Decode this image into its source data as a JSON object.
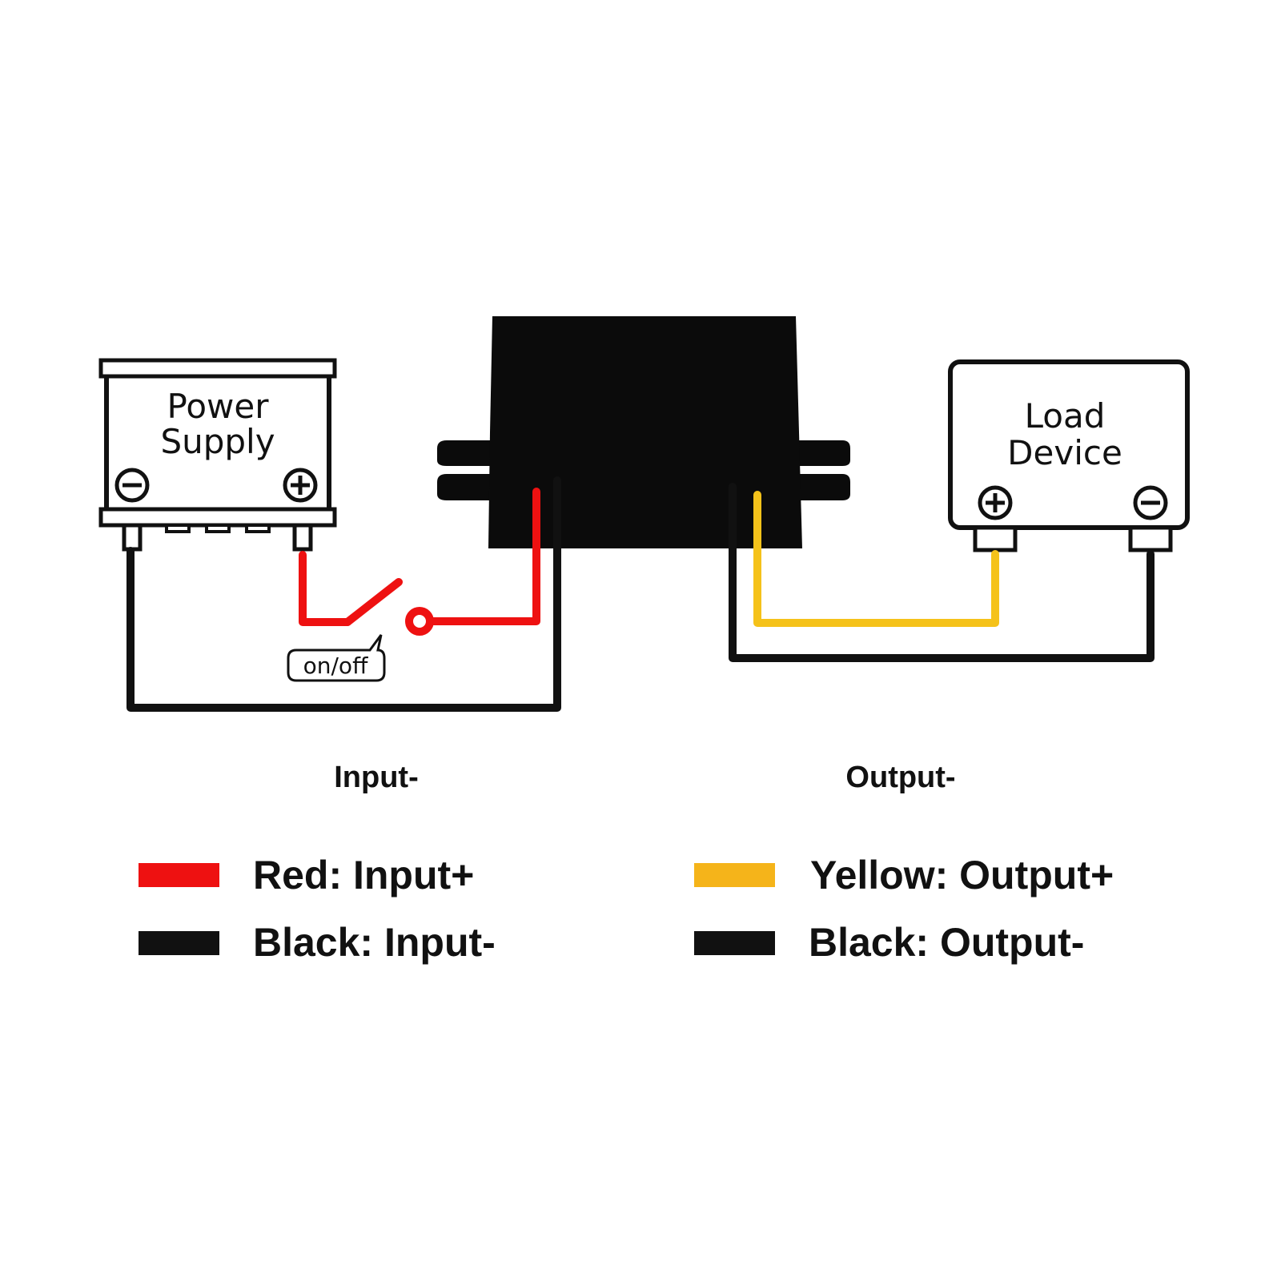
{
  "diagram": {
    "power_supply": {
      "label_line1": "Power",
      "label_line2": "Supply"
    },
    "load_device": {
      "label_line1": "Load",
      "label_line2": "Device"
    },
    "switch_label": "on/off",
    "section_labels": {
      "input": "Input-",
      "output": "Output-"
    },
    "legend": {
      "input": [
        {
          "label": "Red: Input+",
          "color": "#ee1111"
        },
        {
          "label": "Black: Input-",
          "color": "#111111"
        }
      ],
      "output": [
        {
          "label": "Yellow: Output+",
          "color": "#f5b41a"
        },
        {
          "label": "Black: Output-",
          "color": "#111111"
        }
      ]
    },
    "wire_colors": {
      "input_positive": "#ee1111",
      "input_negative": "#111111",
      "output_positive": "#f5c21a",
      "output_negative": "#111111"
    }
  }
}
